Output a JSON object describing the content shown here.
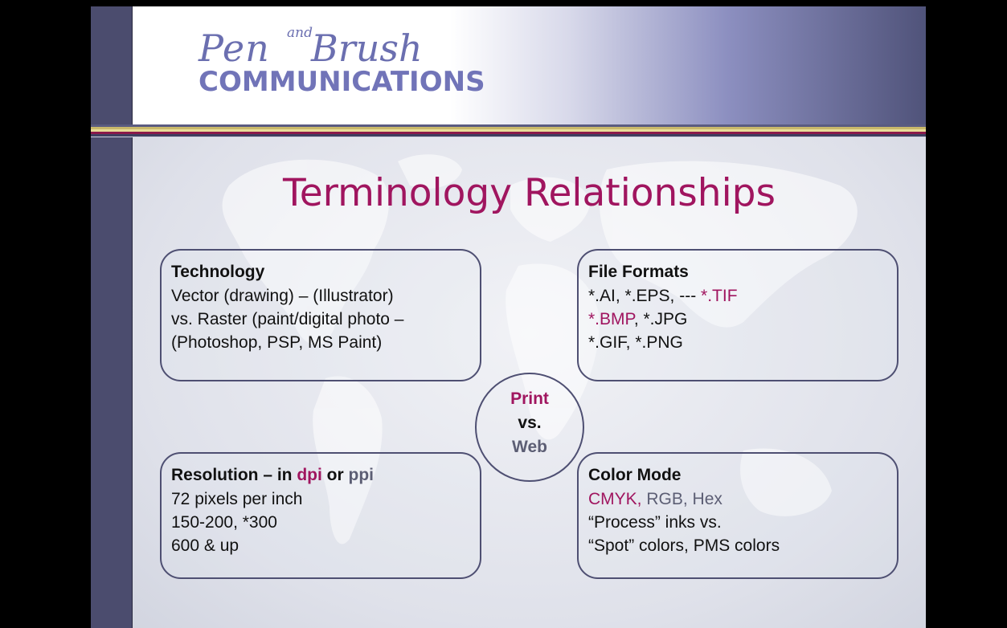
{
  "logo": {
    "script_pen": "Pen",
    "script_and": "and",
    "script_brush": "Brush",
    "block_text": "COMMUNICATIONS"
  },
  "title": "Terminology Relationships",
  "technology": {
    "heading": "Technology",
    "lines": [
      "Vector (drawing) – (Illustrator)",
      "vs. Raster (paint/digital photo –",
      "(Photoshop, PSP, MS Paint)"
    ]
  },
  "file_formats": {
    "heading": "File Formats",
    "line1_a": "*.AI, *.EPS, --- ",
    "line1_b": "*.TIF",
    "line2_a": "*.BMP",
    "line2_b": ", *.JPG",
    "line3": "*.GIF, *.PNG"
  },
  "center": {
    "print": "Print",
    "vs": "vs.",
    "web": "Web"
  },
  "resolution": {
    "heading_a": "Resolution – in ",
    "heading_dpi": "dpi",
    "heading_or": " or ",
    "heading_ppi": "ppi",
    "line1": "72 pixels per inch",
    "line2": "150-200, *300",
    "line3": "600 & up"
  },
  "color_mode": {
    "heading": "Color Mode",
    "line1_a": "CMYK,",
    "line1_b": " RGB,",
    "line1_c": " Hex",
    "line2": "“Process” inks vs.",
    "line3": "“Spot” colors, PMS colors"
  },
  "colors": {
    "accent": "#a0155f",
    "muted": "#5c5e74",
    "border": "#4e4f72",
    "side_strip": "#4b4c6e"
  }
}
